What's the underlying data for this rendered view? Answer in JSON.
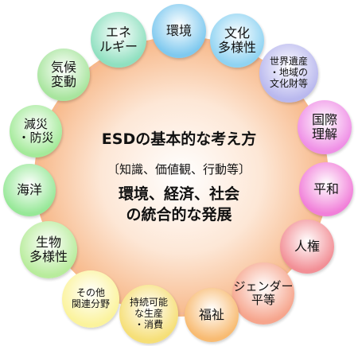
{
  "center": {
    "title": "ESDの基本的な考え方",
    "subtitle": "〔知識、価値観、行動等〕",
    "body": "環境、経済、社会\nの統合的な発展"
  },
  "topics": [
    {
      "label": "環境",
      "color": "#7fc9ef"
    },
    {
      "label": "文化\n多様性",
      "color": "#8fd3f2"
    },
    {
      "label": "世界遺産\n・地域の\n文化財等",
      "color": "#b9b8ee"
    },
    {
      "label": "国際\n理解",
      "color": "#ef8fe6"
    },
    {
      "label": "平和",
      "color": "#f17fd9"
    },
    {
      "label": "人権",
      "color": "#f28f96"
    },
    {
      "label": "ジェンダー\n平等",
      "color": "#f6a58d"
    },
    {
      "label": "福祉",
      "color": "#f8bb72"
    },
    {
      "label": "持続可能\nな生産\n・消費",
      "color": "#f6df77"
    },
    {
      "label": "その他\n関連分野",
      "color": "#fbf39c"
    },
    {
      "label": "生物\n多様性",
      "color": "#b8ec9c"
    },
    {
      "label": "海洋",
      "color": "#97e898"
    },
    {
      "label": "減災\n・防災",
      "color": "#a4ea9a"
    },
    {
      "label": "気候\n変動",
      "color": "#a8e59e"
    },
    {
      "label": "エネ\nルギー",
      "color": "#8fe0c0"
    }
  ],
  "colors": {
    "hub_outer": "#ffffff",
    "hub_inner": "#f7b889"
  }
}
